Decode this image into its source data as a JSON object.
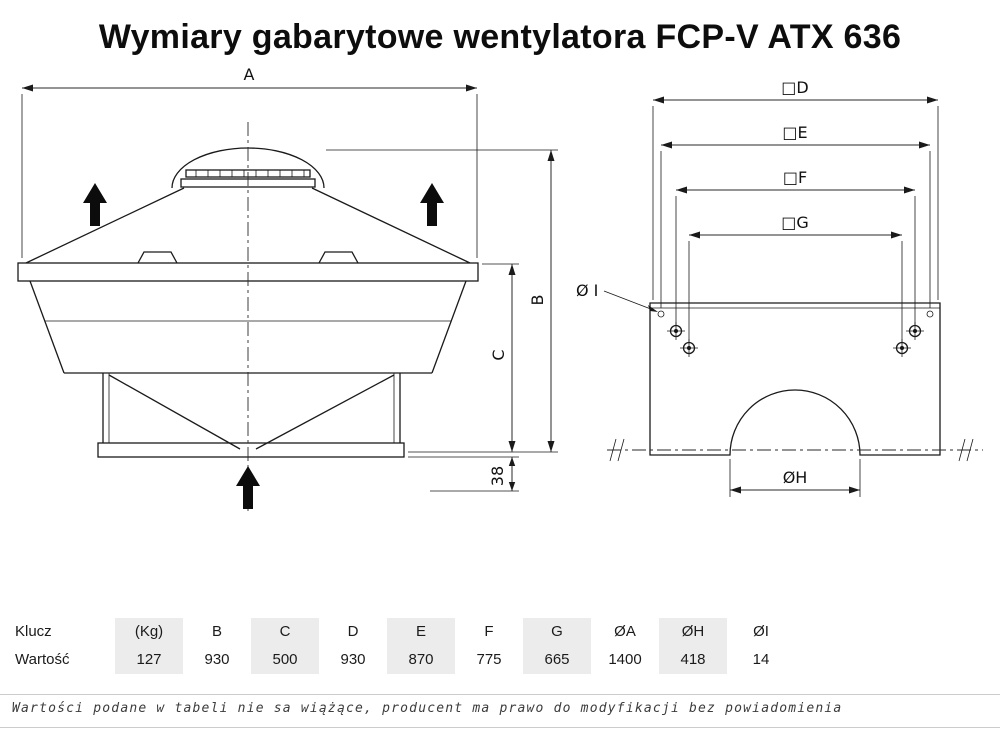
{
  "title": "Wymiary gabarytowe wentylatora FCP-V ATX 636",
  "left_view": {
    "dim_a": "A",
    "dim_b": "B",
    "dim_c": "C",
    "dim_base": "38"
  },
  "right_view": {
    "dim_d": "□D",
    "dim_e": "□E",
    "dim_f": "□F",
    "dim_g": "□G",
    "dim_i": "Ø I",
    "dim_h": "ØH"
  },
  "table": {
    "row_labels": [
      "Klucz",
      "Wartość"
    ],
    "columns": [
      {
        "key": "(Kg)",
        "value": "127"
      },
      {
        "key": "B",
        "value": "930"
      },
      {
        "key": "C",
        "value": "500"
      },
      {
        "key": "D",
        "value": "930"
      },
      {
        "key": "E",
        "value": "870"
      },
      {
        "key": "F",
        "value": "775"
      },
      {
        "key": "G",
        "value": "665"
      },
      {
        "key": "ØA",
        "value": "1400"
      },
      {
        "key": "ØH",
        "value": "418"
      },
      {
        "key": "ØI",
        "value": "14"
      }
    ]
  },
  "footer": {
    "disclaimer": "Wartości podane w tabeli nie sa wiążące, producent ma prawo do modyfikacji bez powiadomienia"
  }
}
